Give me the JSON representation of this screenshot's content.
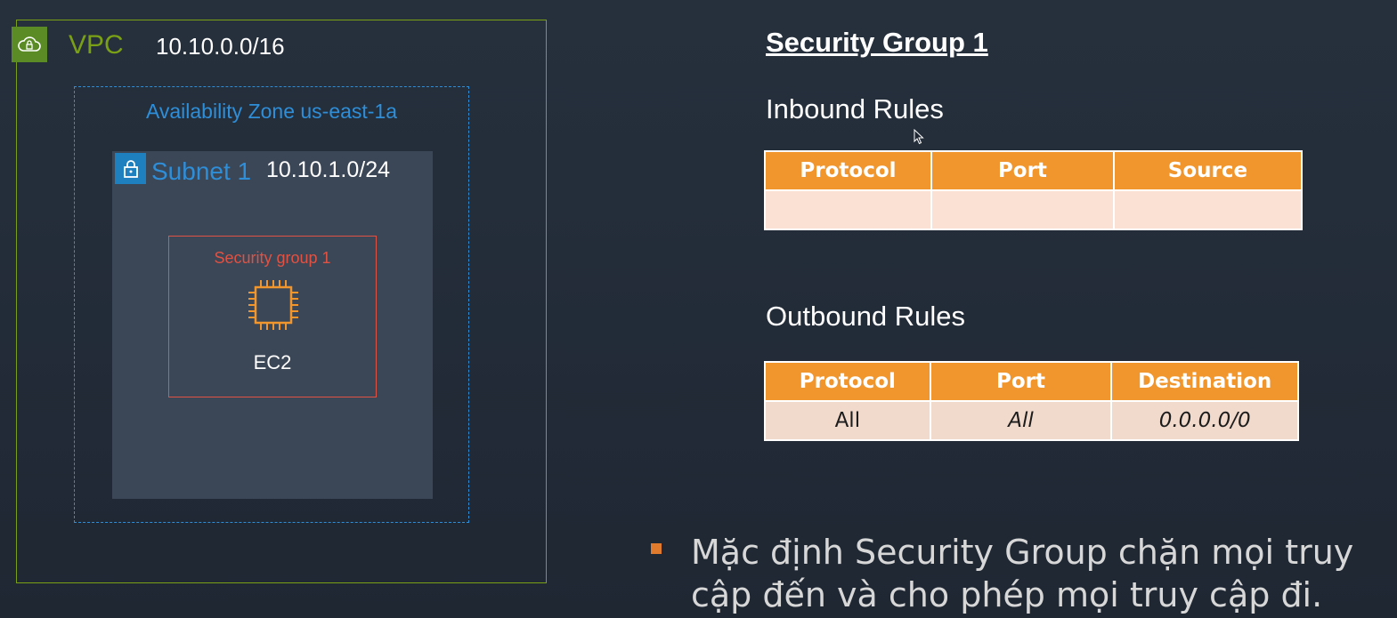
{
  "diagram": {
    "vpc": {
      "title": "VPC",
      "cidr": "10.10.0.0/16",
      "icon": "cloud-lock-icon"
    },
    "availability_zone": {
      "label": "Availability Zone us-east-1a"
    },
    "subnet": {
      "title": "Subnet 1",
      "cidr": "10.10.1.0/24",
      "icon": "padlock-icon"
    },
    "security_group": {
      "label": "Security group 1"
    },
    "instance": {
      "label": "EC2",
      "icon": "chip-icon"
    }
  },
  "panel": {
    "heading": "Security Group 1",
    "inbound": {
      "title": "Inbound Rules",
      "columns": [
        "Protocol",
        "Port",
        "Source"
      ],
      "rows": [
        [
          "",
          "",
          ""
        ]
      ]
    },
    "outbound": {
      "title": "Outbound Rules",
      "columns": [
        "Protocol",
        "Port",
        "Destination"
      ],
      "rows": [
        [
          "All",
          "All",
          "0.0.0.0/0"
        ]
      ]
    }
  },
  "bullet": {
    "text": "Mặc định Security Group chặn mọi truy cập đến và cho phép mọi truy cập đi."
  },
  "colors": {
    "vpc": "#7aa116",
    "availability_zone": "#2e8ed8",
    "security_group": "#e05243",
    "table_header": "#f0962d",
    "ec2": "#f0962d"
  }
}
